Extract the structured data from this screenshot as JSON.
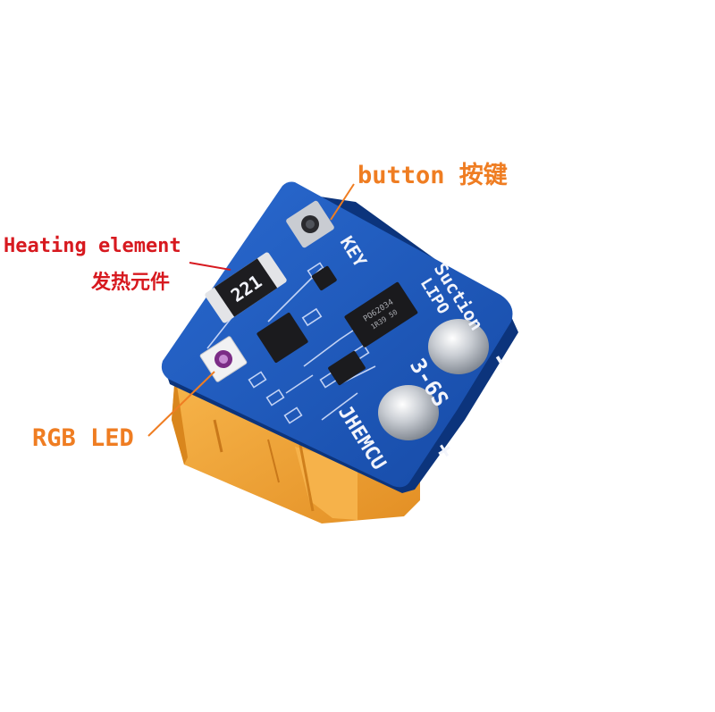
{
  "annotations": {
    "button_label": "button 按键",
    "heating_label": "Heating element",
    "heating_label_cn": "发热元件",
    "rgb_label": "RGB LED"
  },
  "board": {
    "key_text": "KEY",
    "suction_text": "Suction",
    "lipo_text": "LIPO",
    "cell_text": "3-6S",
    "brand_text": "JHEMCU",
    "minus_text": "-",
    "plus_text": "+",
    "resistor_text": "221",
    "ic_text": "PO62034",
    "ic_text_small": "1R39 50"
  },
  "colors": {
    "pcb_blue": "#1b56b8",
    "pcb_dark": "#103f8f",
    "connector_orange": "#f0a43a",
    "label_orange": "#ef7d22",
    "label_red": "#d7191f"
  }
}
